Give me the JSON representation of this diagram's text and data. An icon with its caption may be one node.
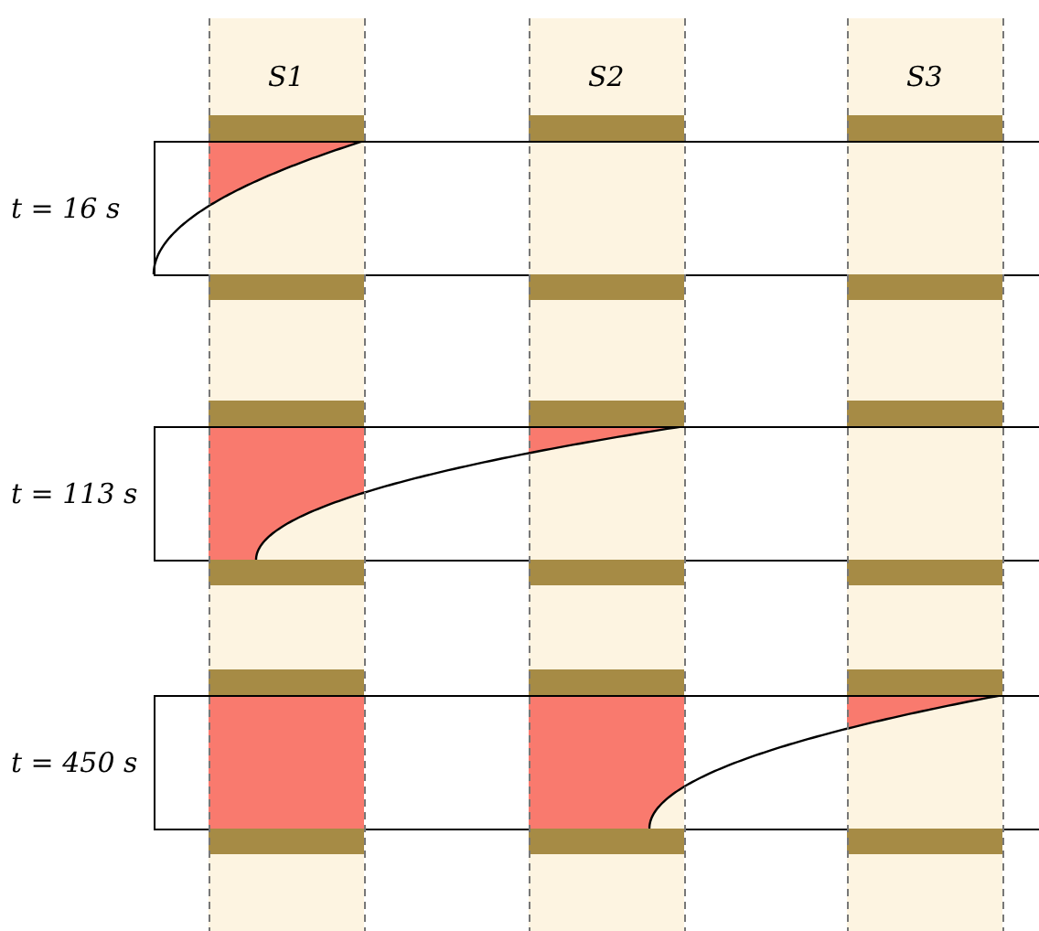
{
  "diagram": {
    "labels": [
      "S1",
      "S2",
      "S3",
      "t = 16 s",
      "t = 113 s",
      "t = 450 s"
    ]
  }
}
